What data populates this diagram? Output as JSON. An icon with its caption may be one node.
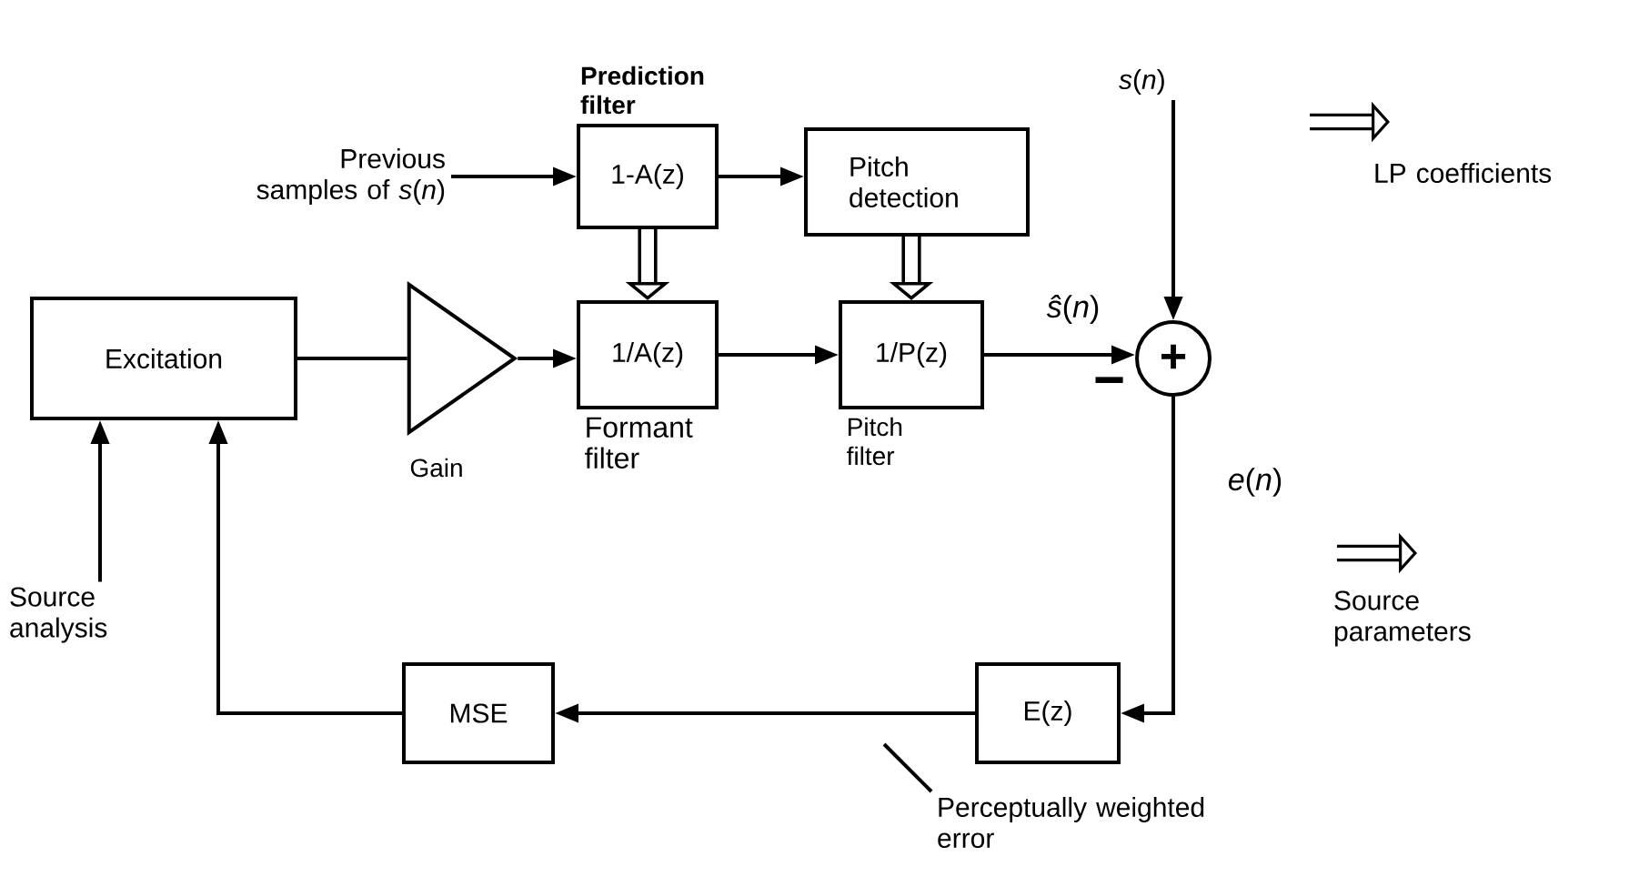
{
  "diagram": {
    "nodes": [
      {
        "text": [
          "Excitation"
        ]
      },
      {
        "text": [
          "Gain"
        ]
      },
      {
        "text": [
          "Prediction filter",
          "1-A(z)"
        ]
      },
      {
        "text": [
          "Pitch detection"
        ]
      },
      {
        "text": [
          "1/A(z)",
          "Formant filter"
        ]
      },
      {
        "text": [
          "1/P(z)",
          "Pitch filter"
        ]
      },
      {
        "text": [
          "+"
        ]
      },
      {
        "text": [
          "E(z)"
        ]
      },
      {
        "text": [
          "MSE"
        ]
      },
      {
        "text": [
          "Previous samples of *s*(*n*)"
        ]
      },
      {
        "text": [
          "*s*(*n*)"
        ]
      },
      {
        "text": [
          "Source analysis"
        ]
      },
      {
        "text": [
          "Perceptually weighted error"
        ]
      }
    ],
    "edges": [
      {
        "from": 9,
        "to": 2,
        "arrow": "to"
      },
      {
        "from": 2,
        "to": 3,
        "arrow": "to"
      },
      {
        "from": 2,
        "to": 4,
        "arrow": "to",
        "style": "thick"
      },
      {
        "from": 3,
        "to": 5,
        "arrow": "to",
        "style": "thick"
      },
      {
        "from": 0,
        "to": 1,
        "arrow": "none"
      },
      {
        "from": 1,
        "to": 4,
        "arrow": "to"
      },
      {
        "from": 4,
        "to": 5,
        "arrow": "to"
      },
      {
        "from": 5,
        "to": 6,
        "arrow": "to",
        "label": "*ŝ*(*n*)"
      },
      {
        "from": 10,
        "to": 6,
        "arrow": "to"
      },
      {
        "from": 6,
        "to": 7,
        "arrow": "to",
        "label": "*e*(*n*)"
      },
      {
        "from": 7,
        "to": 8,
        "arrow": "to"
      },
      {
        "from": 8,
        "to": 0,
        "arrow": "to"
      },
      {
        "from": 11,
        "to": 0,
        "arrow": "to"
      },
      {
        "from": 12,
        "to": null,
        "arrow": "none"
      }
    ],
    "labels": [
      "−",
      "LP coefficients",
      "Source parameters"
    ]
  }
}
